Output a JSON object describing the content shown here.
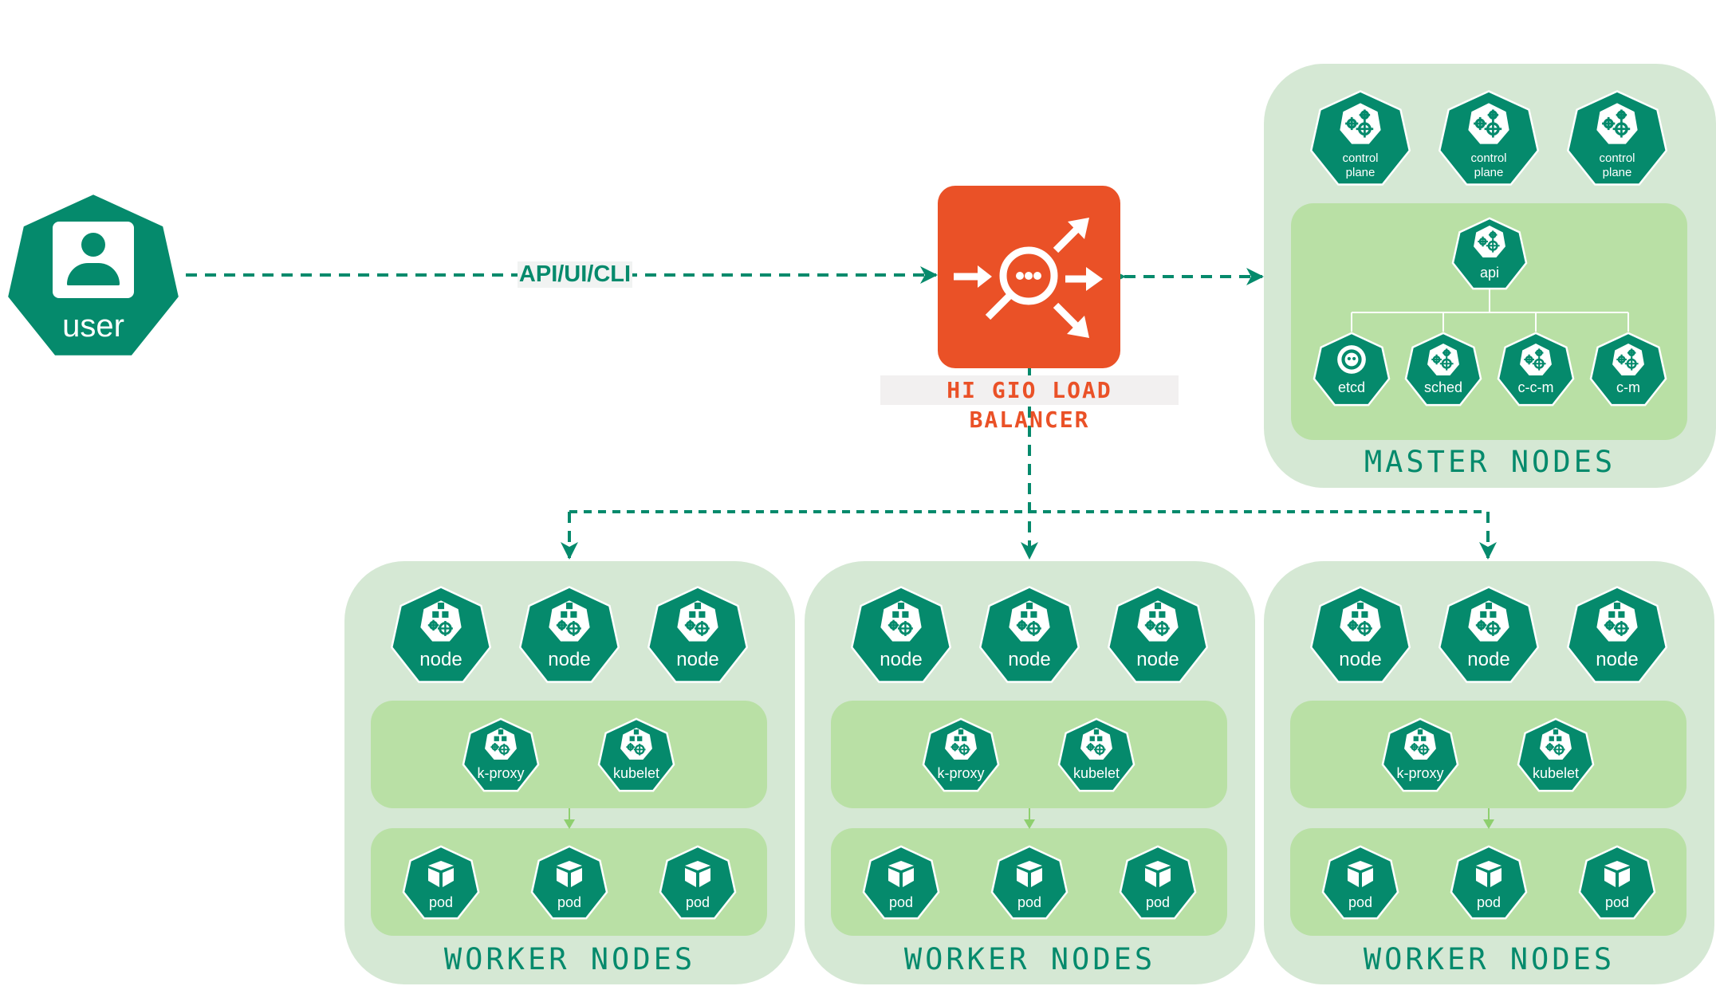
{
  "colors": {
    "teal": "#058a6c",
    "outer_group": "#d5e8d4",
    "inner_group": "#b9e0a5",
    "load_balancer": "#ea5127",
    "label_bg": "#f2f0f0",
    "arrow_light": "#8fcf6f"
  },
  "user": {
    "label": "user",
    "icon": "user-account-icon"
  },
  "connection_label": "API/UI/CLI",
  "load_balancer": {
    "label": "HI GIO LOAD BALANCER",
    "icon": "load-balancer-icon"
  },
  "master": {
    "title": "MASTER NODES",
    "control_planes": [
      {
        "line1": "control",
        "line2": "plane"
      },
      {
        "line1": "control",
        "line2": "plane"
      },
      {
        "line1": "control",
        "line2": "plane"
      }
    ],
    "api": {
      "label": "api"
    },
    "components": [
      {
        "label": "etcd",
        "icon": "etcd-icon"
      },
      {
        "label": "sched",
        "icon": "gears-icon"
      },
      {
        "label": "c-c-m",
        "icon": "gears-icon"
      },
      {
        "label": "c-m",
        "icon": "gears-icon"
      }
    ]
  },
  "workers": [
    {
      "title": "WORKER NODES",
      "nodes": [
        "node",
        "node",
        "node"
      ],
      "agents": [
        "k-proxy",
        "kubelet"
      ],
      "pods": [
        "pod",
        "pod",
        "pod"
      ]
    },
    {
      "title": "WORKER NODES",
      "nodes": [
        "node",
        "node",
        "node"
      ],
      "agents": [
        "k-proxy",
        "kubelet"
      ],
      "pods": [
        "pod",
        "pod",
        "pod"
      ]
    },
    {
      "title": "WORKER NODES",
      "nodes": [
        "node",
        "node",
        "node"
      ],
      "agents": [
        "k-proxy",
        "kubelet"
      ],
      "pods": [
        "pod",
        "pod",
        "pod"
      ]
    }
  ]
}
